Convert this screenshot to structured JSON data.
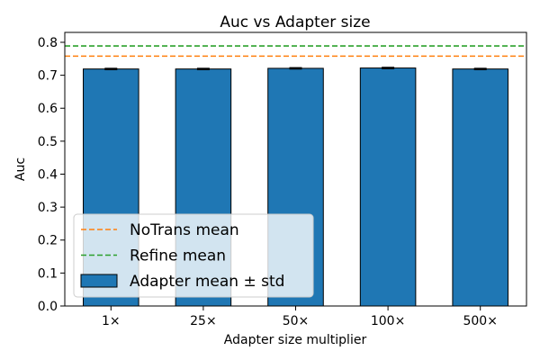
{
  "chart_data": {
    "type": "bar",
    "title": "Auc vs Adapter size",
    "xlabel": "Adapter size multiplier",
    "ylabel": "Auc",
    "categories": [
      "1×",
      "25×",
      "50×",
      "100×",
      "500×"
    ],
    "ylim": [
      0,
      0.83
    ],
    "yticks": [
      "0.0",
      "0.1",
      "0.2",
      "0.3",
      "0.4",
      "0.5",
      "0.6",
      "0.7",
      "0.8"
    ],
    "series": [
      {
        "name": "Adapter mean ± std",
        "values": [
          0.719,
          0.719,
          0.721,
          0.722,
          0.719
        ],
        "std": [
          0.002,
          0.002,
          0.002,
          0.002,
          0.002
        ],
        "color": "#1f77b4"
      }
    ],
    "reference_lines": [
      {
        "name": "NoTrans mean",
        "value": 0.758,
        "color": "#ff7f0e",
        "style": "dashed"
      },
      {
        "name": "Refine mean",
        "value": 0.789,
        "color": "#2ca02c",
        "style": "dashed"
      }
    ],
    "legend": {
      "position": "lower-left",
      "entries": [
        "NoTrans mean",
        "Refine mean",
        "Adapter mean ± std"
      ]
    },
    "grid": false
  }
}
